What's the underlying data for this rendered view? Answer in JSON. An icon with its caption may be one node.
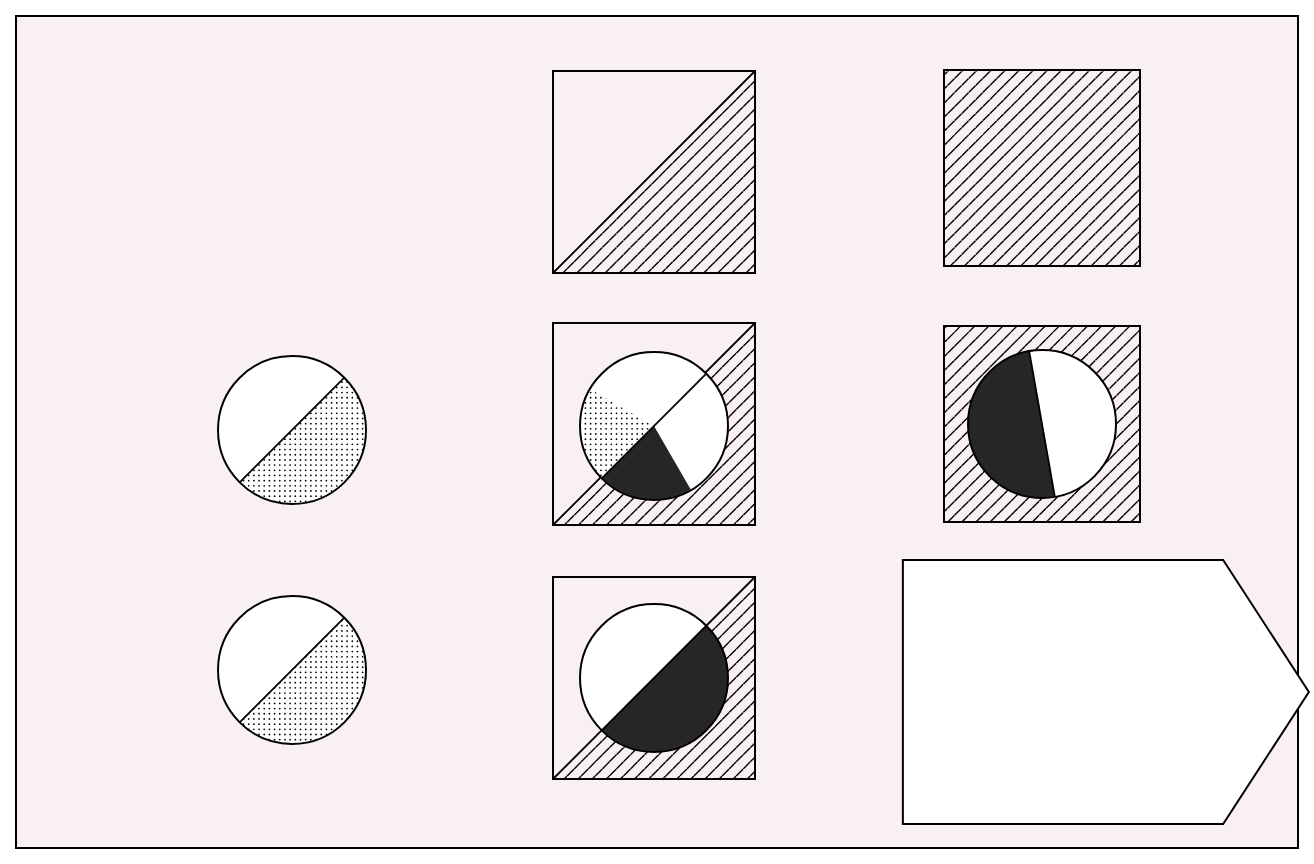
{
  "diagram": {
    "nodes": [
      {
        "text": [],
        "shape": "box"
      },
      {
        "text": [],
        "shape": "box"
      },
      {
        "text": [],
        "shape": "circle"
      },
      {
        "text": [],
        "shape": "box"
      },
      {
        "text": [],
        "shape": "box"
      },
      {
        "text": [],
        "shape": "circle"
      },
      {
        "text": [],
        "shape": "box"
      },
      {
        "text": [],
        "shape": "pentagon"
      }
    ]
  }
}
